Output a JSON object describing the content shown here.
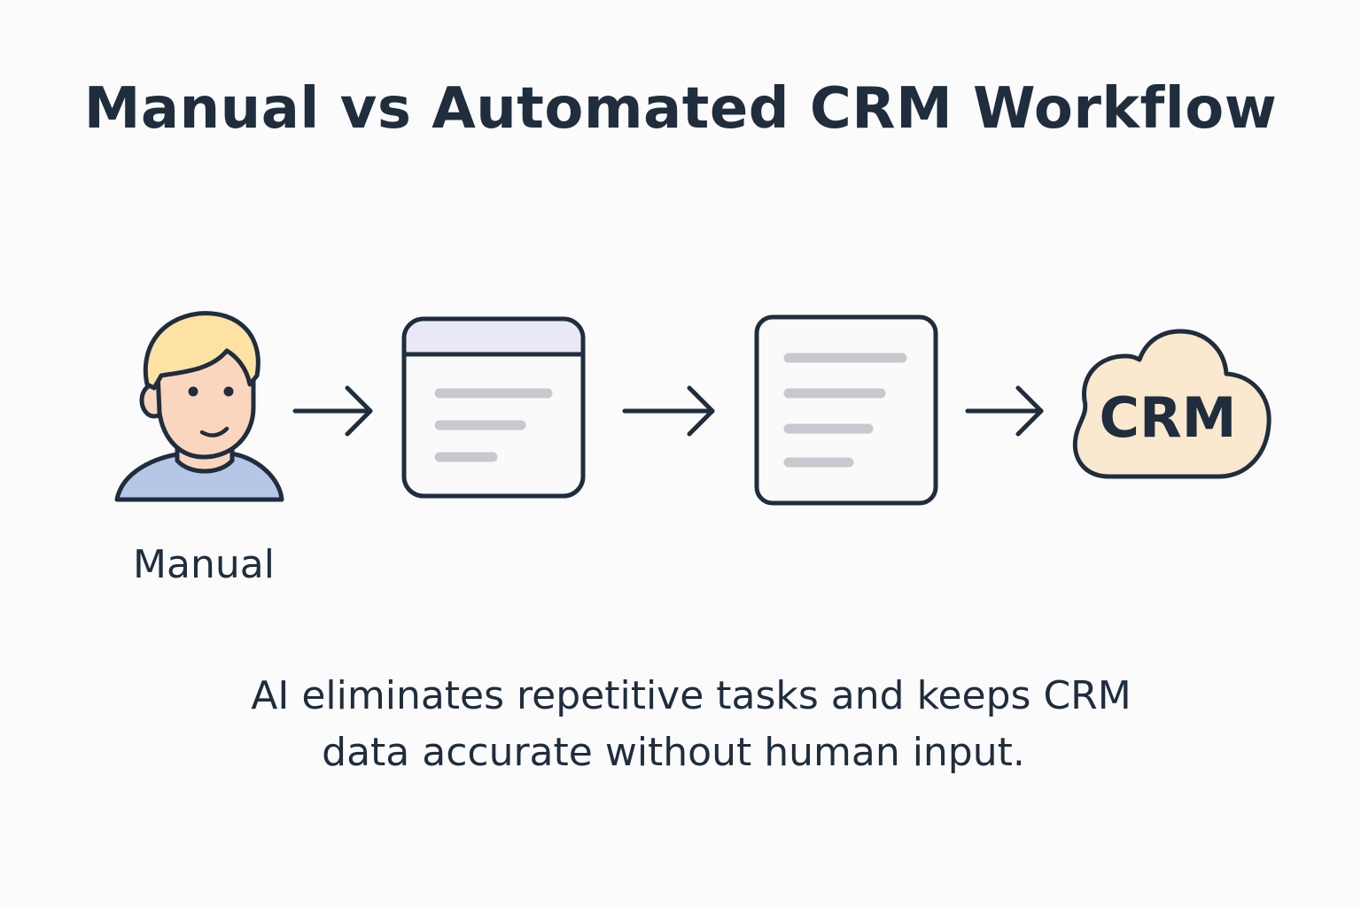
{
  "title": "Manual vs Automated CRM Workflow",
  "nodes": {
    "person_label": "Manual",
    "cloud_label": "CRM"
  },
  "caption": {
    "line1": "AI eliminates repetitive tasks and keeps CRM",
    "line2": "data accurate without human input."
  },
  "colors": {
    "ink": "#1f2d3d",
    "hair": "#fde2a4",
    "skin": "#fad6bf",
    "shirt": "#b6c6e6",
    "window_header": "#e8e8f6",
    "cloud_fill": "#fae8cf",
    "text_lines": "#c8c9ce"
  },
  "icons": [
    "person-icon",
    "app-window-icon",
    "document-icon",
    "cloud-icon",
    "arrow-right-icon"
  ]
}
